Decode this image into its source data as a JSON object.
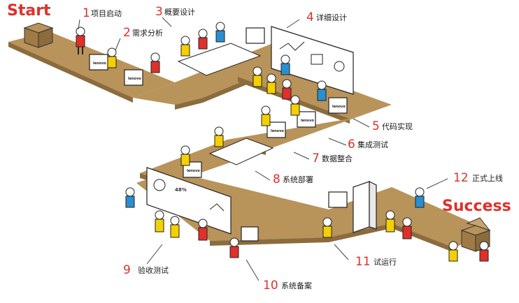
{
  "start_label": "Start",
  "success_label": "Success",
  "steps": [
    {
      "num": "1",
      "label": "项目启动"
    },
    {
      "num": "2",
      "label": "需求分析"
    },
    {
      "num": "3",
      "label": "概要设计"
    },
    {
      "num": "4",
      "label": "详细设计"
    },
    {
      "num": "5",
      "label": "代码实现"
    },
    {
      "num": "6",
      "label": "集成测试"
    },
    {
      "num": "7",
      "label": "数据整合"
    },
    {
      "num": "8",
      "label": "系统部署"
    },
    {
      "num": "9",
      "label": "验收测试"
    },
    {
      "num": "10",
      "label": "系统备案"
    },
    {
      "num": "11",
      "label": "试运行"
    },
    {
      "num": "12",
      "label": "正式上线"
    }
  ],
  "monitor_brand": "lenovo",
  "board_percent": "48%",
  "colors": {
    "path": "#b8935a",
    "path_side": "#8c6b3c",
    "accent_red": "#e0302a",
    "person_yellow": "#f5d000",
    "person_red": "#e0302a",
    "person_blue": "#2a8fd0",
    "leader_line": "#444444"
  }
}
